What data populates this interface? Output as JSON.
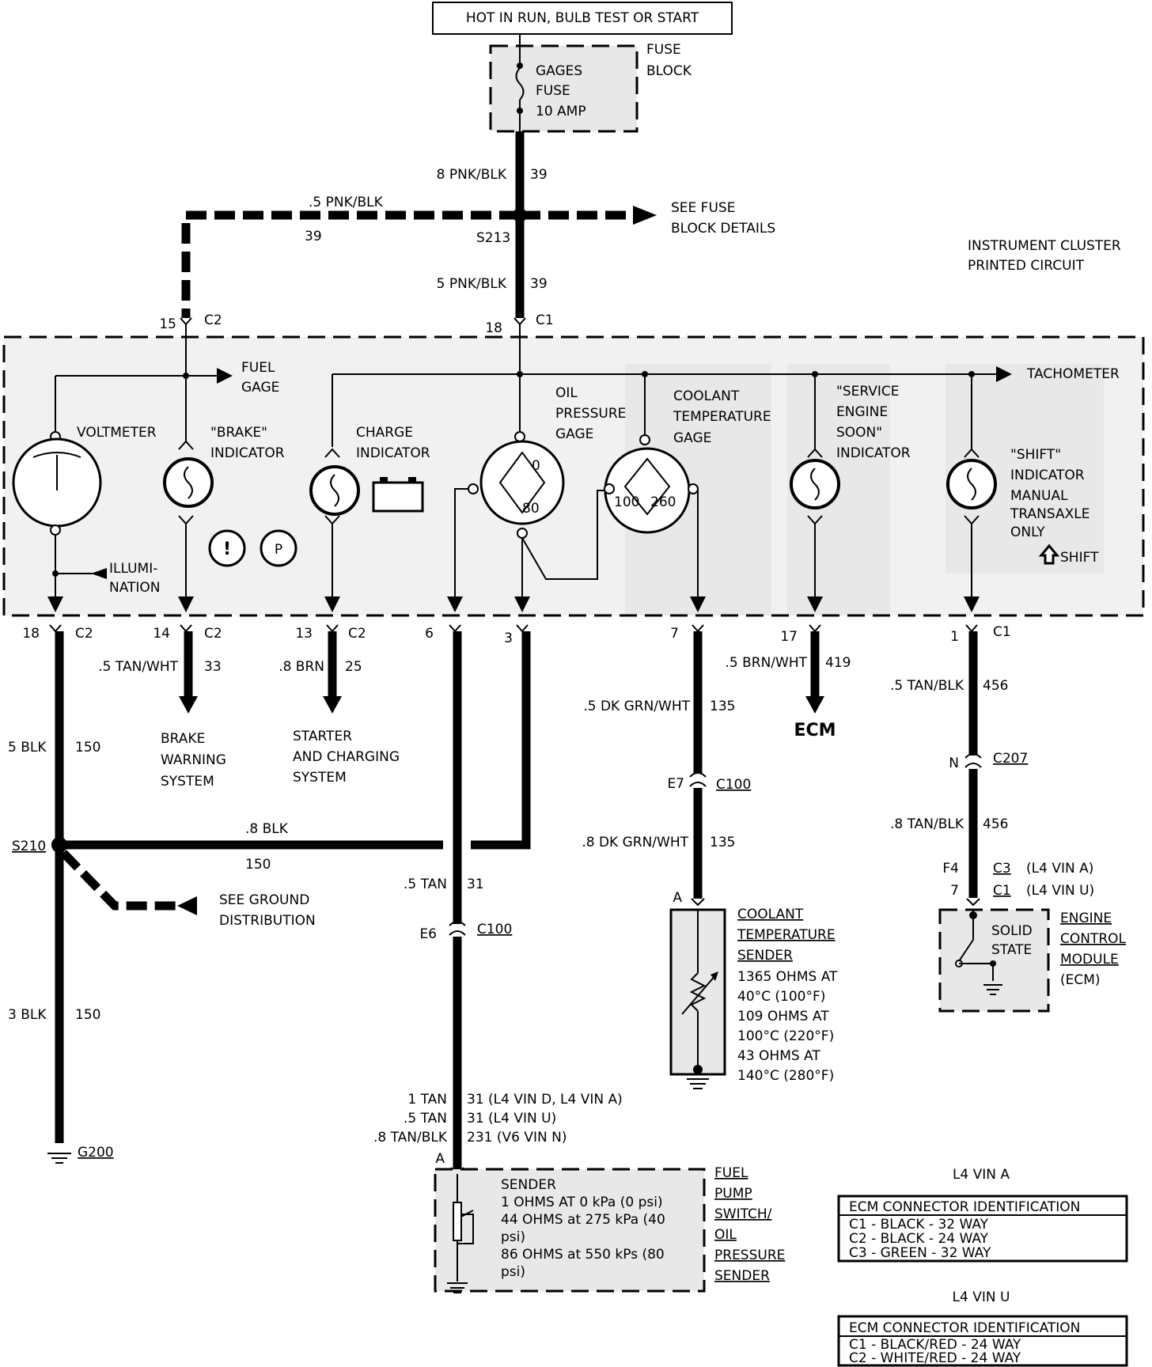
{
  "power_source": "HOT IN RUN, BULB TEST OR START",
  "fuse": {
    "block_label": [
      "FUSE",
      "BLOCK"
    ],
    "lines": [
      "GAGES",
      "FUSE",
      "10 AMP"
    ]
  },
  "feed": {
    "main_wire": "8 PNK/BLK",
    "main_circuit": "39",
    "branch_wire": ".5 PNK/BLK",
    "branch_circuit": "39",
    "splice": "S213",
    "see_fuse": [
      "SEE FUSE",
      "BLOCK DETAILS"
    ],
    "lower_wire": "5 PNK/BLK",
    "lower_circuit": "39",
    "pin_c2": "15",
    "conn_c2": "C2",
    "pin_c1": "18",
    "conn_c1": "C1"
  },
  "cluster": {
    "title": [
      "INSTRUMENT CLUSTER",
      "PRINTED CIRCUIT"
    ],
    "fuel_gage": [
      "FUEL",
      "GAGE"
    ],
    "tachometer": "TACHOMETER",
    "voltmeter": "VOLTMETER",
    "illumination": [
      "ILLUMI-",
      "NATION"
    ],
    "brake": [
      "\"BRAKE\"",
      "INDICATOR"
    ],
    "charge": [
      "CHARGE",
      "INDICATOR"
    ],
    "oil": [
      "OIL",
      "PRESSURE",
      "GAGE"
    ],
    "oil_scale": [
      "0",
      "80"
    ],
    "coolant": [
      "COOLANT",
      "TEMPERATURE",
      "GAGE"
    ],
    "coolant_scale": [
      "100",
      "260"
    ],
    "ses": [
      "\"SERVICE",
      "ENGINE",
      "SOON\"",
      "INDICATOR"
    ],
    "shift": [
      "\"SHIFT\"",
      "INDICATOR",
      "MANUAL",
      "TRANSAXLE",
      "ONLY",
      "SHIFT"
    ],
    "brake_icons": [
      "!",
      "P"
    ]
  },
  "bottom_pins": [
    {
      "pin": "18",
      "conn": "C2"
    },
    {
      "pin": "14",
      "conn": "C2"
    },
    {
      "pin": "13",
      "conn": "C2"
    },
    {
      "pin": "6",
      "conn": ""
    },
    {
      "pin": "3",
      "conn": ""
    },
    {
      "pin": "7",
      "conn": ""
    },
    {
      "pin": "17",
      "conn": ""
    },
    {
      "pin": "1",
      "conn": "C1"
    }
  ],
  "circuits": {
    "ground": {
      "wire1": "5 BLK",
      "circ1": "150",
      "splice": "S210",
      "wire2": ".8 BLK",
      "circ2": "150",
      "wire3": "3 BLK",
      "circ3": "150",
      "see_ground": [
        "SEE GROUND",
        "DISTRIBUTION"
      ],
      "g": "G200"
    },
    "brake": {
      "wire": ".5 TAN/WHT",
      "circ": "33",
      "dest": [
        "BRAKE",
        "WARNING",
        "SYSTEM"
      ]
    },
    "charge": {
      "wire": ".8 BRN",
      "circ": "25",
      "dest": [
        "STARTER",
        "AND CHARGING",
        "SYSTEM"
      ]
    },
    "fuel": {
      "wire": ".5 TAN",
      "circ": "31",
      "conn_pin": "E6",
      "conn": "C100",
      "variants": [
        [
          "1 TAN",
          "31 (L4 VIN D, L4 VIN A)"
        ],
        [
          ".5 TAN",
          "31 (L4 VIN U)"
        ],
        [
          ".8 TAN/BLK",
          "231 (V6 VIN N)"
        ]
      ],
      "pin_a": "A"
    },
    "coolant": {
      "wire1": ".5 DK GRN/WHT",
      "circ1": "135",
      "conn_pin": "E7",
      "conn": "C100",
      "wire2": ".8 DK GRN/WHT",
      "circ2": "135",
      "pin_a": "A"
    },
    "ses": {
      "wire": ".5 BRN/WHT",
      "circ": "419",
      "dest": "ECM"
    },
    "shift": {
      "wire1": ".5 TAN/BLK",
      "circ1": "456",
      "conn_pin": "N",
      "conn": "C207",
      "wire2": ".8 TAN/BLK",
      "circ2": "456",
      "ecm_pins": [
        [
          "F4",
          "C3",
          "(L4 VIN A)"
        ],
        [
          "7",
          "C1",
          "(L4 VIN U)"
        ]
      ]
    }
  },
  "coolant_sender": {
    "label": [
      "COOLANT",
      "TEMPERATURE",
      "SENDER"
    ],
    "specs": [
      "1365 OHMS AT",
      "40°C (100°F)",
      "109 OHMS AT",
      "100°C (220°F)",
      "43 OHMS AT",
      "140°C (280°F)"
    ]
  },
  "oil_sender": {
    "label": [
      "FUEL",
      "PUMP",
      "SWITCH/",
      "OIL",
      "PRESSURE",
      "SENDER"
    ],
    "specs": [
      "SENDER",
      "1 OHMS AT 0 kPa (0 psi)",
      "44 OHMS at 275 kPa (40",
      "psi)",
      "86 OHMS at 550 kPs (80",
      "psi)"
    ]
  },
  "ecm": {
    "label": [
      "ENGINE",
      "CONTROL",
      "MODULE",
      "(ECM)"
    ],
    "solid_state": [
      "SOLID",
      "STATE"
    ]
  },
  "tables": [
    {
      "heading": "L4 VIN A",
      "title": "ECM CONNECTOR IDENTIFICATION",
      "rows": [
        "C1 - BLACK - 32 WAY",
        "C2 - BLACK - 24 WAY",
        "C3 - GREEN - 32 WAY"
      ]
    },
    {
      "heading": "L4 VIN U",
      "title": "ECM CONNECTOR IDENTIFICATION",
      "rows": [
        "C1 - BLACK/RED - 24 WAY",
        "C2 - WHITE/RED - 24 WAY"
      ]
    }
  ]
}
